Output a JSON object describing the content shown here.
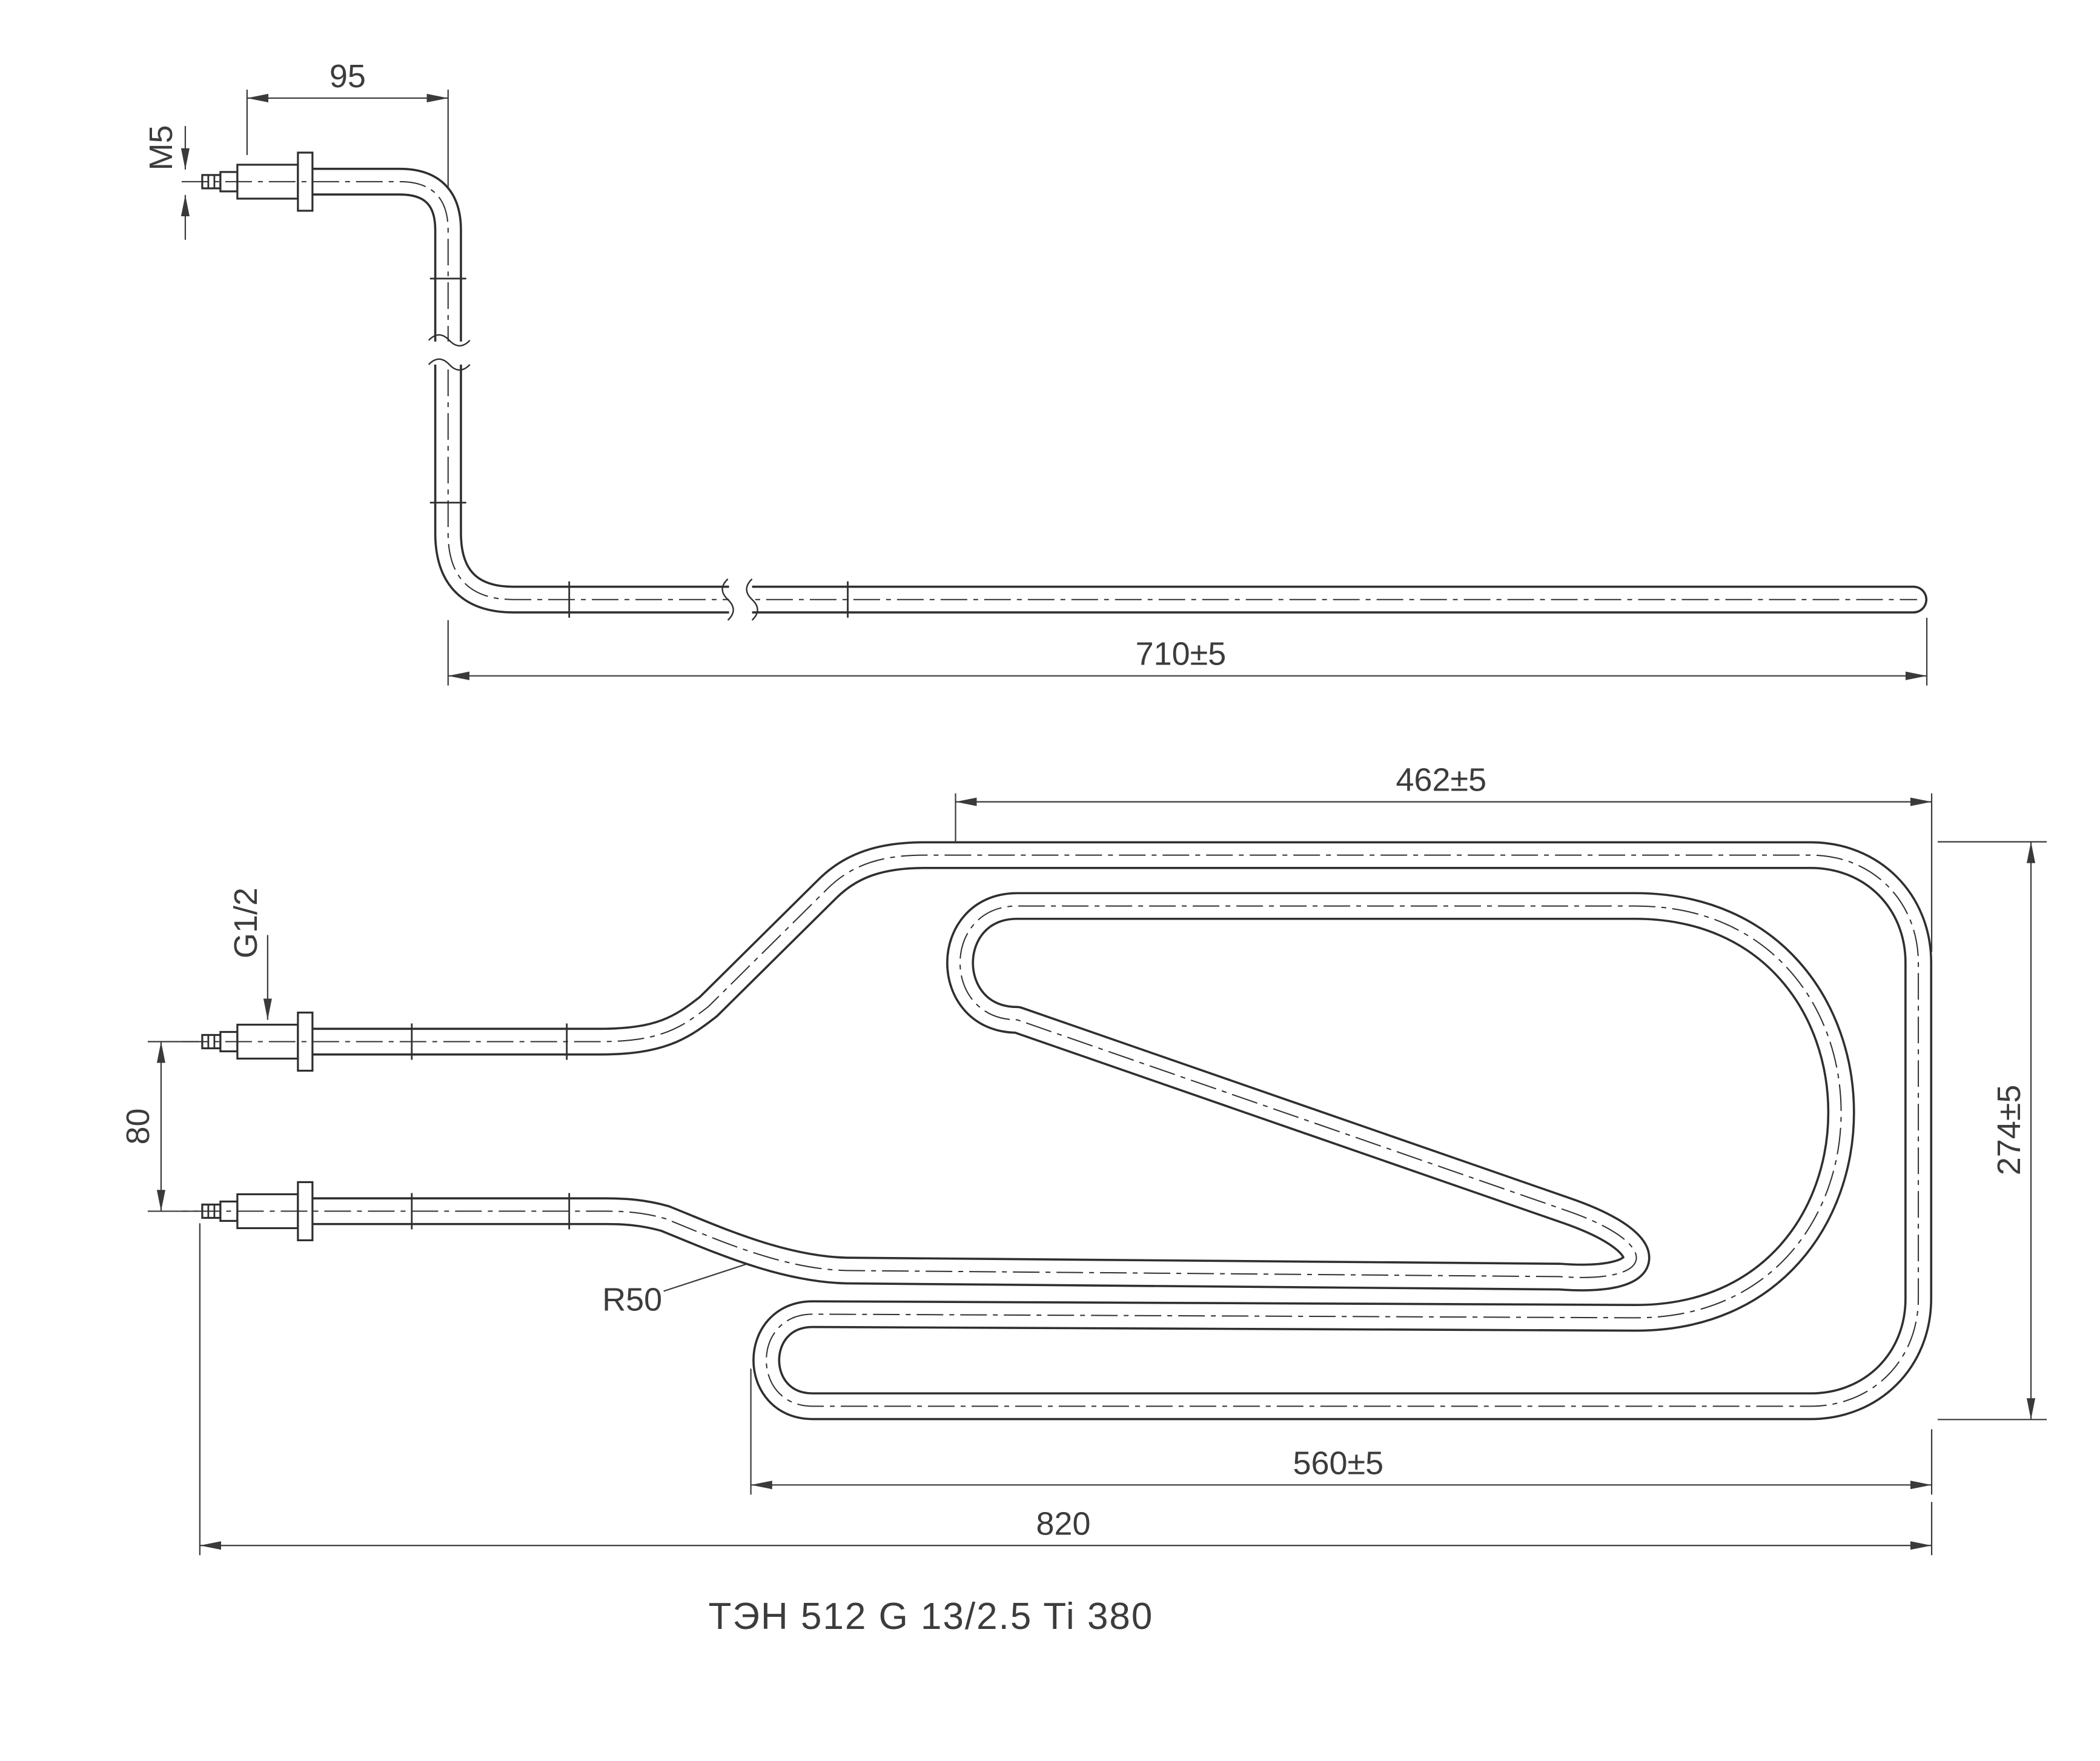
{
  "title": "ТЭН 512 G 13/2.5 Ti 380",
  "top_view": {
    "dim_terminal_offset": "95",
    "thread_pin": "M5",
    "dim_length": "710±5"
  },
  "plan_view": {
    "dim_upper_straight": "462±5",
    "dim_height": "274±5",
    "dim_pin_spacing": "80",
    "thread_fitting": "G1/2",
    "bend_radius": "R50",
    "dim_lower_straight": "560±5",
    "dim_overall": "820"
  },
  "colors": {
    "line": "#2f2f2f",
    "text": "#3c3c3c",
    "background": "#ffffff"
  }
}
